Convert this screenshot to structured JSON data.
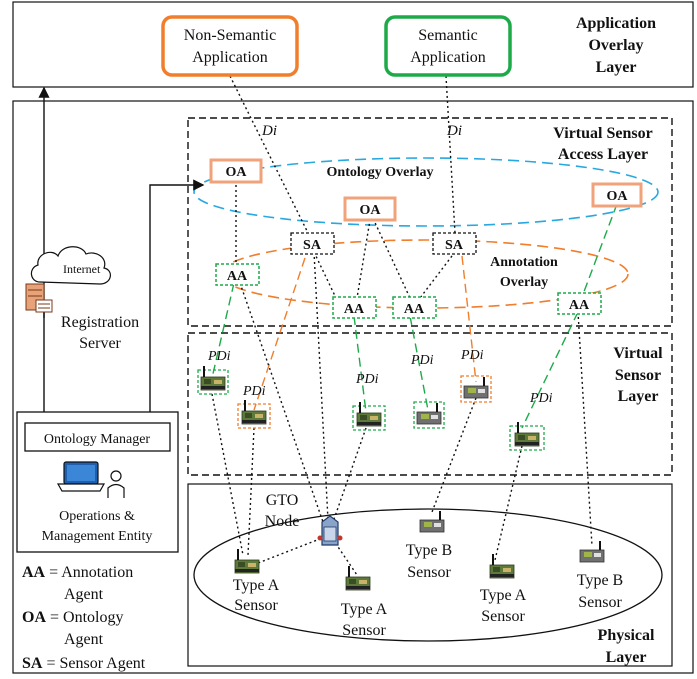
{
  "layers": {
    "application": [
      "Application",
      "Overlay",
      "Layer"
    ],
    "virtual_sensor_access": [
      "Virtual Sensor",
      "Access Layer"
    ],
    "virtual_sensor": [
      "Virtual",
      "Sensor",
      "Layer"
    ],
    "physical": [
      "Physical",
      "Layer"
    ]
  },
  "applications": {
    "non_semantic": [
      "Non-Semantic",
      "Application"
    ],
    "semantic": [
      "Semantic",
      "Application"
    ],
    "non_semantic_color": "#f07e2c",
    "semantic_color": "#1faa4a"
  },
  "overlays": {
    "ontology": "Ontology Overlay",
    "annotation": [
      "Annotation",
      "Overlay"
    ],
    "ontology_color": "#29a8e0",
    "annotation_color": "#f07e2c"
  },
  "agents": {
    "oa": "OA",
    "sa": "SA",
    "aa": "AA",
    "oa_border": "#f0a27a",
    "aa_border": "#1faa4a"
  },
  "link_labels": {
    "di": "Di",
    "pdi": "PDi"
  },
  "internet": "Internet",
  "registration_server": [
    "Registration",
    "Server"
  ],
  "ontology_manager": "Ontology Manager",
  "ome": [
    "Operations &",
    "Management Entity"
  ],
  "gto_node": [
    "GTO",
    "Node"
  ],
  "sensors": {
    "type_a": [
      "Type A",
      "Sensor"
    ],
    "type_b": [
      "Type B",
      "Sensor"
    ]
  },
  "legend": [
    {
      "abbr": "AA",
      "eq": " = Annotation",
      "cont": "Agent"
    },
    {
      "abbr": "OA",
      "eq": " = Ontology",
      "cont": "Agent"
    },
    {
      "abbr": "SA",
      "eq": " = Sensor Agent",
      "cont": ""
    }
  ]
}
